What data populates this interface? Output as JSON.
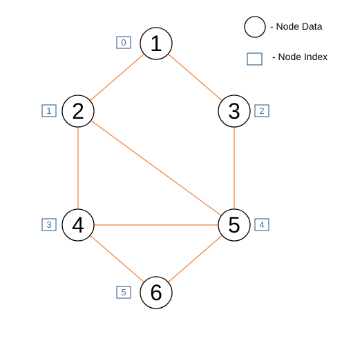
{
  "legend": {
    "node_data_label": "-  Node Data",
    "node_index_label": "- Node Index"
  },
  "nodes": [
    {
      "id": "n1",
      "data": "1",
      "index": "0"
    },
    {
      "id": "n2",
      "data": "2",
      "index": "1"
    },
    {
      "id": "n3",
      "data": "3",
      "index": "2"
    },
    {
      "id": "n4",
      "data": "4",
      "index": "3"
    },
    {
      "id": "n5",
      "data": "5",
      "index": "4"
    },
    {
      "id": "n6",
      "data": "6",
      "index": "5"
    }
  ],
  "edges": [
    [
      "1",
      "2"
    ],
    [
      "1",
      "3"
    ],
    [
      "2",
      "4"
    ],
    [
      "2",
      "5"
    ],
    [
      "3",
      "5"
    ],
    [
      "4",
      "5"
    ],
    [
      "4",
      "6"
    ],
    [
      "5",
      "6"
    ]
  ],
  "colors": {
    "edge": "#ed7d31",
    "index_box": "#41719c",
    "node_stroke": "#000000"
  }
}
